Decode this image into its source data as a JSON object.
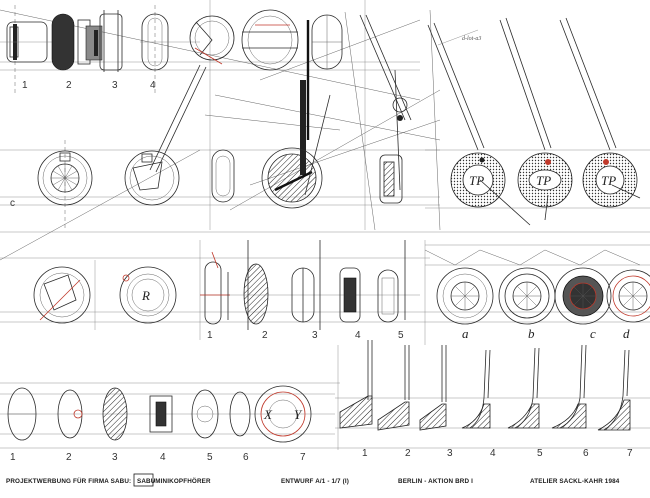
{
  "caption": {
    "project": "PROJEKTWERBUNG  FÜR  FIRMA SABU:",
    "brand": "SABU",
    "product": "-MINIKOPFHÖRER",
    "draft": "ENTWURF A/1 - 1/7 (I)",
    "campaign": "BERLIN - AKTION  BRD I",
    "studio": "ATELIER  SACKL-KAHR   1984"
  },
  "corner_note": "d-lot-a3",
  "logo_text": "TP",
  "sabu_mark": "SABU",
  "r_mark": "R",
  "variant_labels": [
    "a",
    "b",
    "c",
    "d"
  ],
  "row_numbers": {
    "top": [
      "1",
      "2",
      "3",
      "4"
    ],
    "letter_c": "c",
    "middle": [
      "1",
      "2",
      "3",
      "4",
      "5"
    ],
    "bottom_left": [
      "1",
      "2",
      "3",
      "4",
      "5",
      "6",
      "7"
    ],
    "bottom_right": [
      "1",
      "2",
      "3",
      "4",
      "5",
      "6",
      "7"
    ],
    "xy": [
      "X",
      "Y"
    ]
  },
  "colors": {
    "ink": "#222222",
    "accent": "#c0392b",
    "paper": "#ffffff"
  }
}
